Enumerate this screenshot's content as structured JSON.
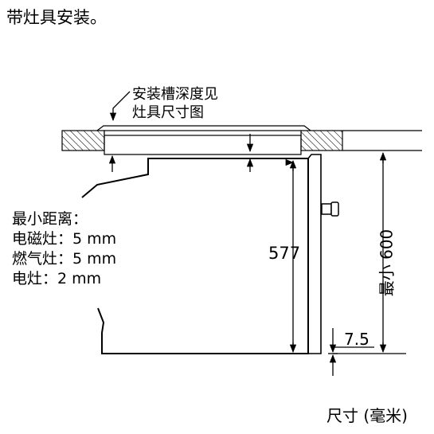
{
  "heading": "带灶具安装。",
  "callout": {
    "line1": "安装槽深度见",
    "line2": "灶具尺寸图"
  },
  "clearance": {
    "title": "最小距离：",
    "rows": [
      {
        "label": "电磁灶",
        "value": "5 mm"
      },
      {
        "label": "燃气灶",
        "value": "5 mm"
      },
      {
        "label": "电灶",
        "value": "2 mm"
      }
    ]
  },
  "dimensions": {
    "oven_height": "577",
    "niche_height": "最小 600",
    "bottom_offset": "7.5"
  },
  "units_label": "尺寸 (毫米)"
}
